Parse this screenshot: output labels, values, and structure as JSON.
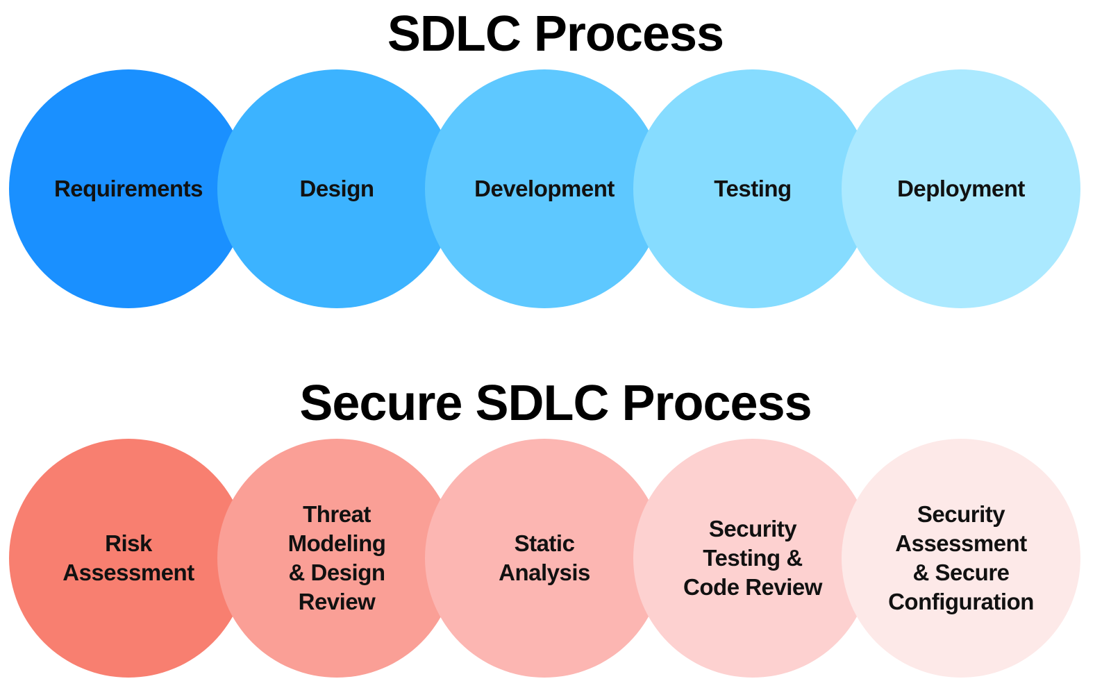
{
  "sdlc": {
    "title": "SDLC Process",
    "stages": [
      {
        "label": "Requirements",
        "color": "#1a90ff"
      },
      {
        "label": "Design",
        "color": "#3cb3ff"
      },
      {
        "label": "Development",
        "color": "#5ec8ff"
      },
      {
        "label": "Testing",
        "color": "#86dcff"
      },
      {
        "label": "Deployment",
        "color": "#abe9ff"
      }
    ]
  },
  "secure_sdlc": {
    "title": "Secure SDLC Process",
    "stages": [
      {
        "label": "Risk\nAssessment",
        "color": "#f87f70"
      },
      {
        "label": "Threat\nModeling\n& Design\nReview",
        "color": "#fa9f96"
      },
      {
        "label": "Static\nAnalysis",
        "color": "#fcb6b2"
      },
      {
        "label": "Security\nTesting &\nCode Review",
        "color": "#fdd1d0"
      },
      {
        "label": "Security\nAssessment\n& Secure\nConfiguration",
        "color": "#fde9e8"
      }
    ]
  }
}
